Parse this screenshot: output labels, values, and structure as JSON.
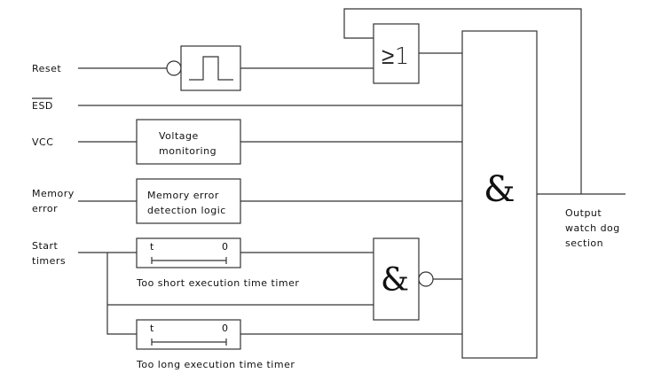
{
  "inputs": {
    "reset": "Reset",
    "esd": "ESD",
    "vcc": "VCC",
    "memory_error_line1": "Memory",
    "memory_error_line2": "error",
    "start_timers_line1": "Start",
    "start_timers_line2": "timers"
  },
  "blocks": {
    "voltage_line1": "Voltage",
    "voltage_line2": "monitoring",
    "memerr_line1": "Memory error",
    "memerr_line2": "detection logic",
    "timer_t": "t",
    "timer_zero": "0",
    "or_gate": "≥1",
    "and_gate": "&"
  },
  "captions": {
    "short_timer": "Too short execution time timer",
    "long_timer": "Too long execution time timer"
  },
  "output": {
    "line1": "Output",
    "line2": "watch dog",
    "line3": "section"
  }
}
